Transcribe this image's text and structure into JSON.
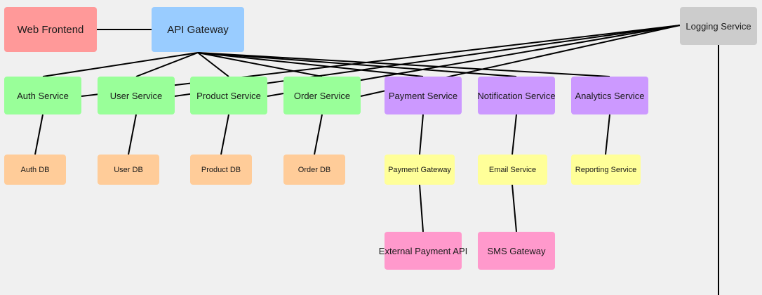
{
  "colors": {
    "background": "#f0f0f0",
    "edge": "#000000",
    "frontend": "#ff9999",
    "gateway": "#99ccff",
    "logging": "#cccccc",
    "core_service": "#99ff99",
    "extended_service": "#cc99ff",
    "database": "#ffcc99",
    "integration": "#ffff99",
    "external": "#ff99cc"
  },
  "nodes": {
    "web_frontend": "Web Frontend",
    "api_gateway": "API Gateway",
    "logging_service": "Logging Service",
    "auth_service": "Auth Service",
    "user_service": "User Service",
    "product_service": "Product Service",
    "order_service": "Order Service",
    "payment_service": "Payment Service",
    "notification_service": "Notification Service",
    "analytics_service": "Analytics Service",
    "auth_db": "Auth DB",
    "user_db": "User DB",
    "product_db": "Product DB",
    "order_db": "Order DB",
    "payment_gateway": "Payment Gateway",
    "email_service": "Email Service",
    "reporting_service": "Reporting Service",
    "external_payment_api": "External Payment API",
    "sms_gateway": "SMS Gateway"
  }
}
